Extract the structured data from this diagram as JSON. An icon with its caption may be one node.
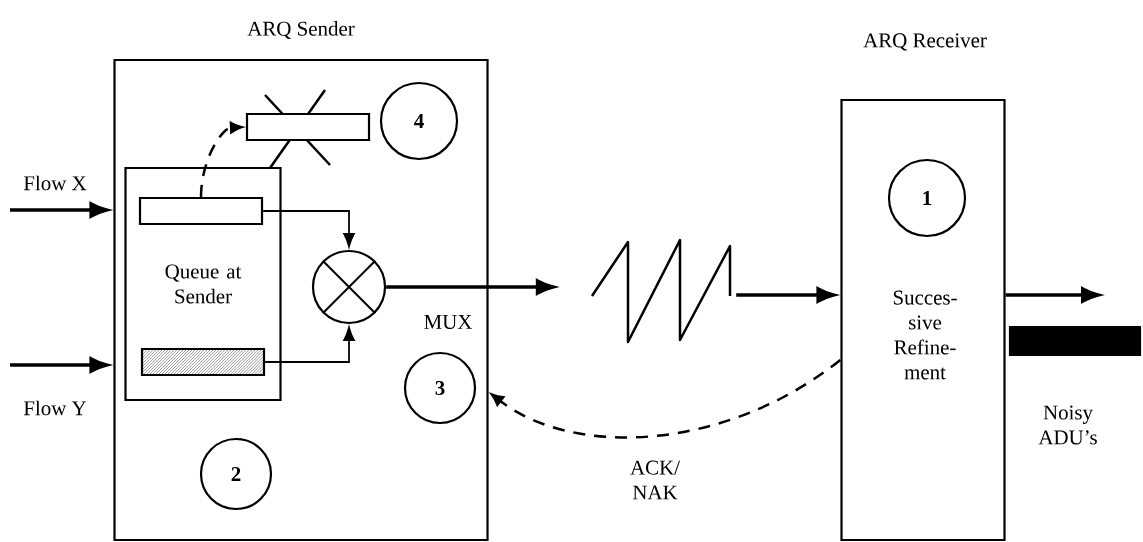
{
  "diagram": {
    "nodes": [
      {
        "text": [
          "ARQ Sender"
        ]
      },
      {
        "text": [
          "Queue at Sender"
        ],
        "in": 0
      },
      {
        "text": [],
        "shape": "bar",
        "in": 1
      },
      {
        "text": [],
        "shape": "bar",
        "in": 1
      },
      {
        "text": [],
        "shape": "circle",
        "in": 0,
        "beside": [
          "MUX"
        ]
      },
      {
        "text": [],
        "shape": "bar",
        "in": 0
      },
      {
        "text": [
          "4"
        ],
        "in": 0
      },
      {
        "text": [
          "3"
        ],
        "in": 0
      },
      {
        "text": [
          "2"
        ],
        "in": 0
      },
      {
        "text": [
          "ARQ Receiver",
          "Succes- sive Refine- ment"
        ]
      },
      {
        "text": [
          "1"
        ],
        "in": 9
      },
      {
        "text": [],
        "shape": "picture"
      },
      {
        "text": [],
        "shape": "bar"
      }
    ],
    "edges": [
      {
        "from": null,
        "to": 0,
        "arrow": "to"
      },
      {
        "from": null,
        "to": 0,
        "arrow": "to"
      },
      {
        "from": 2,
        "to": 4,
        "arrow": "to"
      },
      {
        "from": 3,
        "to": 4,
        "arrow": "to"
      },
      {
        "from": 4,
        "to": 11,
        "arrow": "to"
      },
      {
        "from": 11,
        "to": 9,
        "arrow": "to"
      },
      {
        "from": 9,
        "to": 0,
        "arrow": "to",
        "style": "dashed",
        "label": "ACK/ NAK"
      },
      {
        "from": 2,
        "to": 5,
        "arrow": "to",
        "style": "dashed"
      },
      {
        "from": 9,
        "to": null,
        "arrow": "to"
      }
    ],
    "labels": [
      "Flow X",
      "Flow Y",
      "Noisy ADU’s"
    ]
  }
}
